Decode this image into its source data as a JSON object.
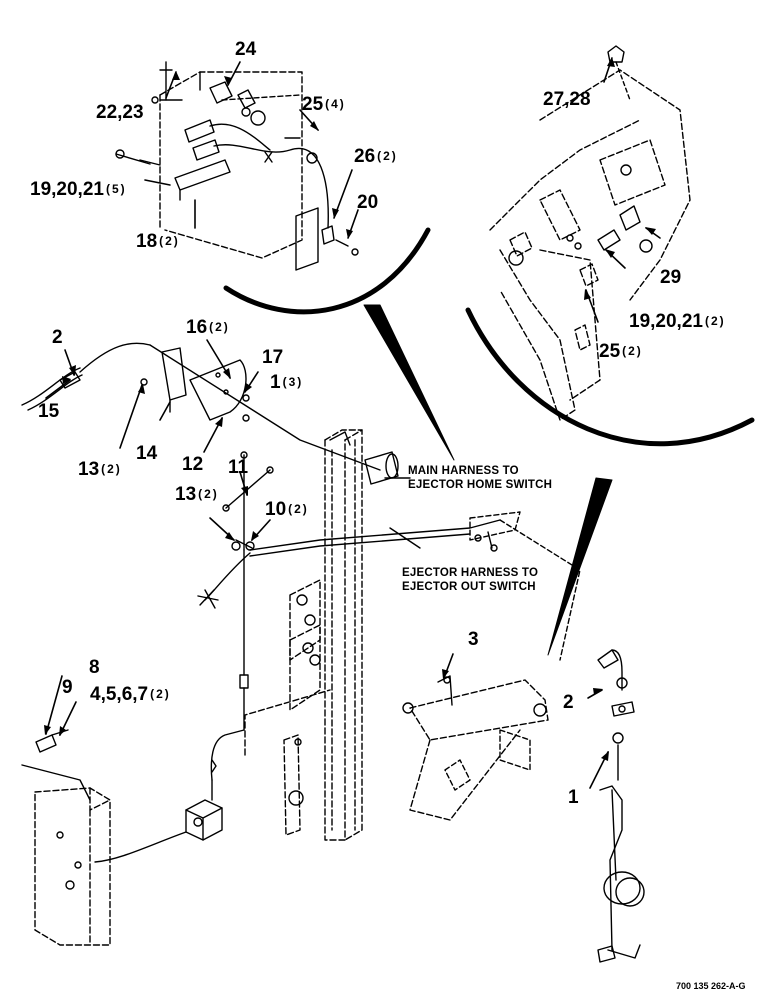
{
  "callouts": {
    "c24": {
      "num": "24",
      "qty": ""
    },
    "c22_23": {
      "num": "22,23",
      "qty": ""
    },
    "c25_4": {
      "num": "25",
      "qty": "(4)"
    },
    "c26_2": {
      "num": "26",
      "qty": "(2)"
    },
    "c19_20_21_5": {
      "num": "19,20,21",
      "qty": "(5)"
    },
    "c20": {
      "num": "20",
      "qty": ""
    },
    "c18_2": {
      "num": "18",
      "qty": "(2)"
    },
    "c27_28": {
      "num": "27,28",
      "qty": ""
    },
    "c29": {
      "num": "29",
      "qty": ""
    },
    "c19_20_21_2": {
      "num": "19,20,21",
      "qty": "(2)"
    },
    "c25_2": {
      "num": "25",
      "qty": "(2)"
    },
    "c2_top": {
      "num": "2",
      "qty": ""
    },
    "c16_2": {
      "num": "16",
      "qty": "(2)"
    },
    "c17": {
      "num": "17",
      "qty": ""
    },
    "c1_3": {
      "num": "1",
      "qty": "(3)"
    },
    "c15": {
      "num": "15",
      "qty": ""
    },
    "c14": {
      "num": "14",
      "qty": ""
    },
    "c13_2_a": {
      "num": "13",
      "qty": "(2)"
    },
    "c12": {
      "num": "12",
      "qty": ""
    },
    "c11": {
      "num": "11",
      "qty": ""
    },
    "c13_2_b": {
      "num": "13",
      "qty": "(2)"
    },
    "c10_2": {
      "num": "10",
      "qty": "(2)"
    },
    "c3": {
      "num": "3",
      "qty": ""
    },
    "c2_right": {
      "num": "2",
      "qty": ""
    },
    "c1_right": {
      "num": "1",
      "qty": ""
    },
    "c9": {
      "num": "9",
      "qty": ""
    },
    "c8": {
      "num": "8",
      "qty": ""
    },
    "c4_5_6_7_2": {
      "num": "4,5,6,7",
      "qty": "(2)"
    }
  },
  "notes": {
    "main_harness_line1": "MAIN HARNESS TO",
    "main_harness_line2": "EJECTOR HOME SWITCH",
    "ejector_harness_line1": "EJECTOR HARNESS TO",
    "ejector_harness_line2": "EJECTOR OUT SWITCH"
  },
  "figure_number": "700 135 262-A-G"
}
